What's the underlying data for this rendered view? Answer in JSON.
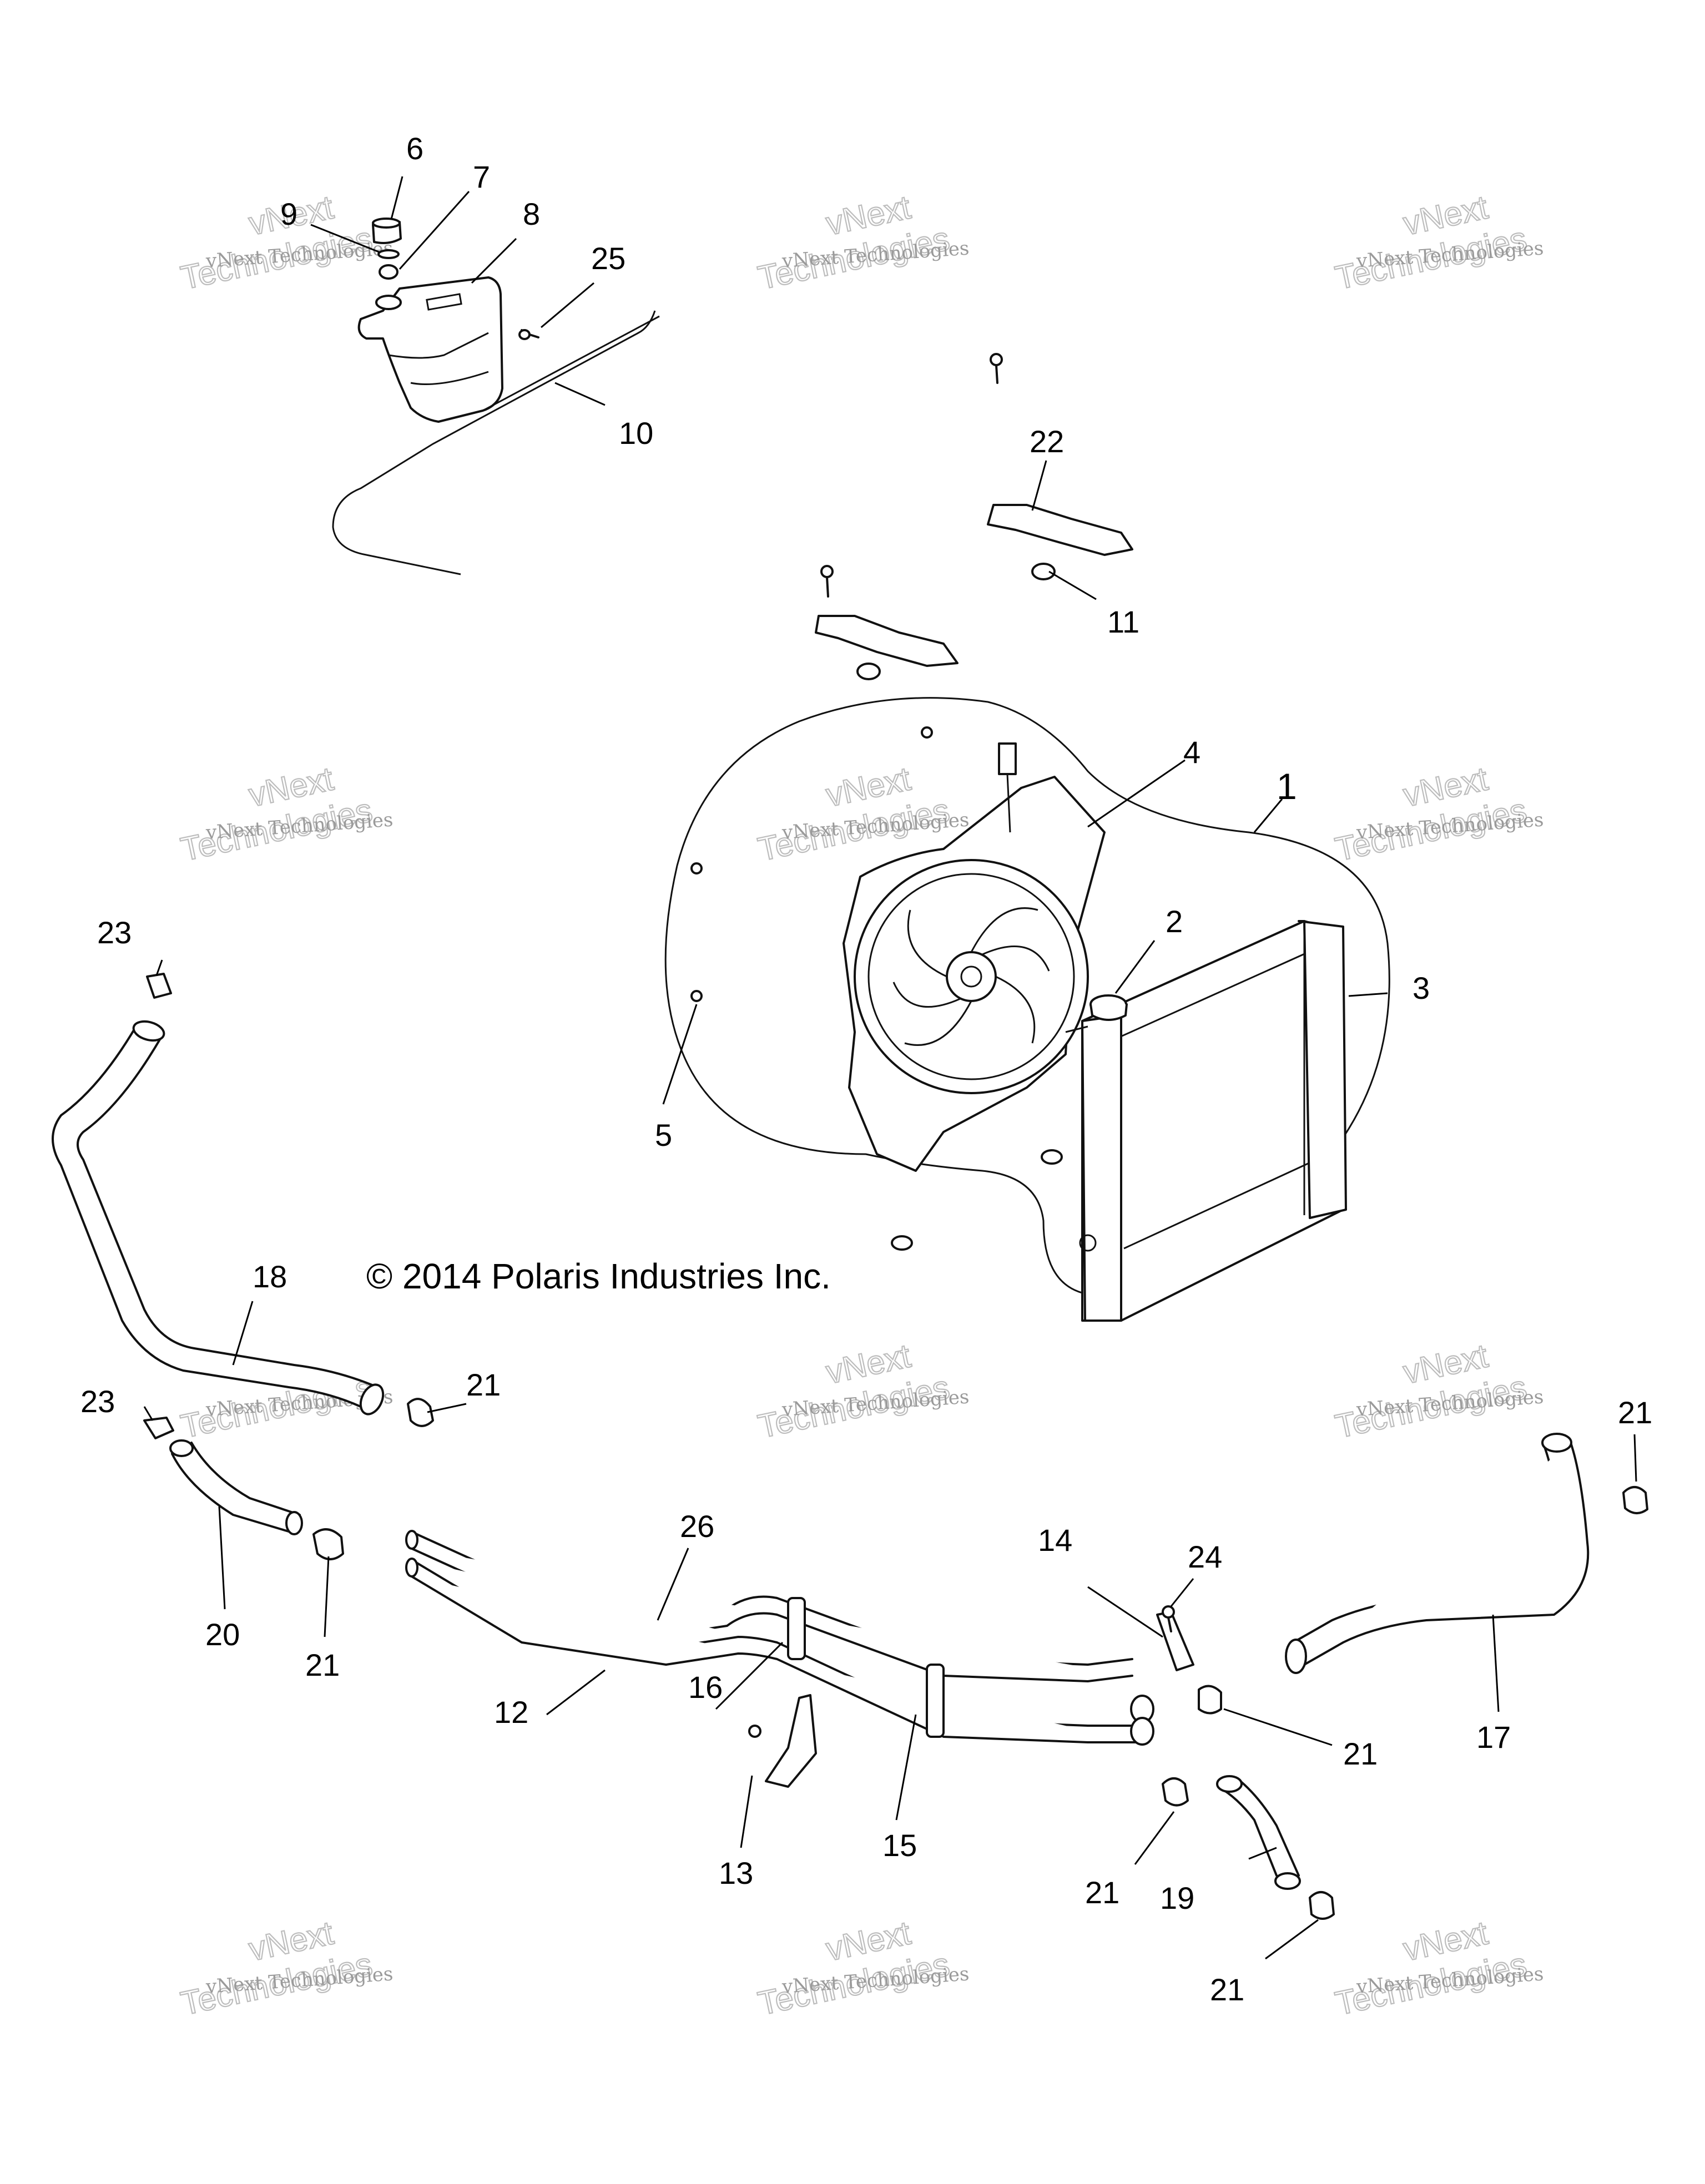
{
  "diagram": {
    "copyright": "© 2014 Polaris Industries Inc.",
    "watermark": {
      "line1": "vNext Technologies",
      "line2_top": "vNext",
      "line2_bottom": "Technologies"
    },
    "callouts": [
      {
        "id": "c1",
        "label": "1"
      },
      {
        "id": "c2",
        "label": "2"
      },
      {
        "id": "c3",
        "label": "3"
      },
      {
        "id": "c4",
        "label": "4"
      },
      {
        "id": "c5",
        "label": "5"
      },
      {
        "id": "c6",
        "label": "6"
      },
      {
        "id": "c7",
        "label": "7"
      },
      {
        "id": "c8",
        "label": "8"
      },
      {
        "id": "c9",
        "label": "9"
      },
      {
        "id": "c10",
        "label": "10"
      },
      {
        "id": "c11",
        "label": "11"
      },
      {
        "id": "c12",
        "label": "12"
      },
      {
        "id": "c13",
        "label": "13"
      },
      {
        "id": "c14",
        "label": "14"
      },
      {
        "id": "c15",
        "label": "15"
      },
      {
        "id": "c16",
        "label": "16"
      },
      {
        "id": "c17",
        "label": "17"
      },
      {
        "id": "c18",
        "label": "18"
      },
      {
        "id": "c19",
        "label": "19"
      },
      {
        "id": "c20",
        "label": "20"
      },
      {
        "id": "c21a",
        "label": "21"
      },
      {
        "id": "c21b",
        "label": "21"
      },
      {
        "id": "c21c",
        "label": "21"
      },
      {
        "id": "c21d",
        "label": "21"
      },
      {
        "id": "c21e",
        "label": "21"
      },
      {
        "id": "c21f",
        "label": "21"
      },
      {
        "id": "c22",
        "label": "22"
      },
      {
        "id": "c23a",
        "label": "23"
      },
      {
        "id": "c23b",
        "label": "23"
      },
      {
        "id": "c24",
        "label": "24"
      },
      {
        "id": "c25",
        "label": "25"
      },
      {
        "id": "c26",
        "label": "26"
      }
    ]
  }
}
